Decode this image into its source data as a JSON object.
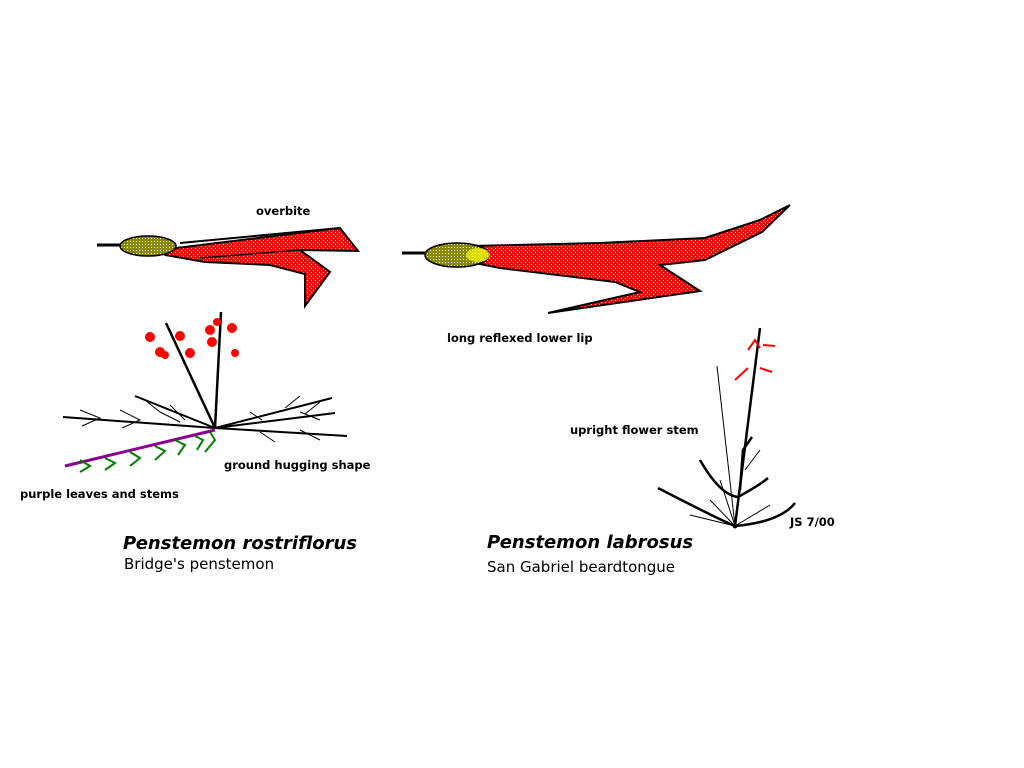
{
  "colors": {
    "corolla": "#ff0000",
    "calyx": "#8a8a00",
    "calyx_highlight": "#ffff00",
    "leaf_purple": "#8b008b",
    "leaf_green": "#008000",
    "ink": "#000000"
  },
  "labels": {
    "overbite": "overbite",
    "long_lip": "long reflexed lower lip",
    "upright_stem": "upright flower stem",
    "ground_hugging": "ground hugging shape",
    "purple_leaves": "purple leaves and stems",
    "signature": "JS 7/00"
  },
  "species": [
    {
      "scientific": "Penstemon rostriflorus",
      "common": "Bridge's penstemon"
    },
    {
      "scientific": "Penstemon labrosus",
      "common": "San Gabriel beardtongue"
    }
  ]
}
